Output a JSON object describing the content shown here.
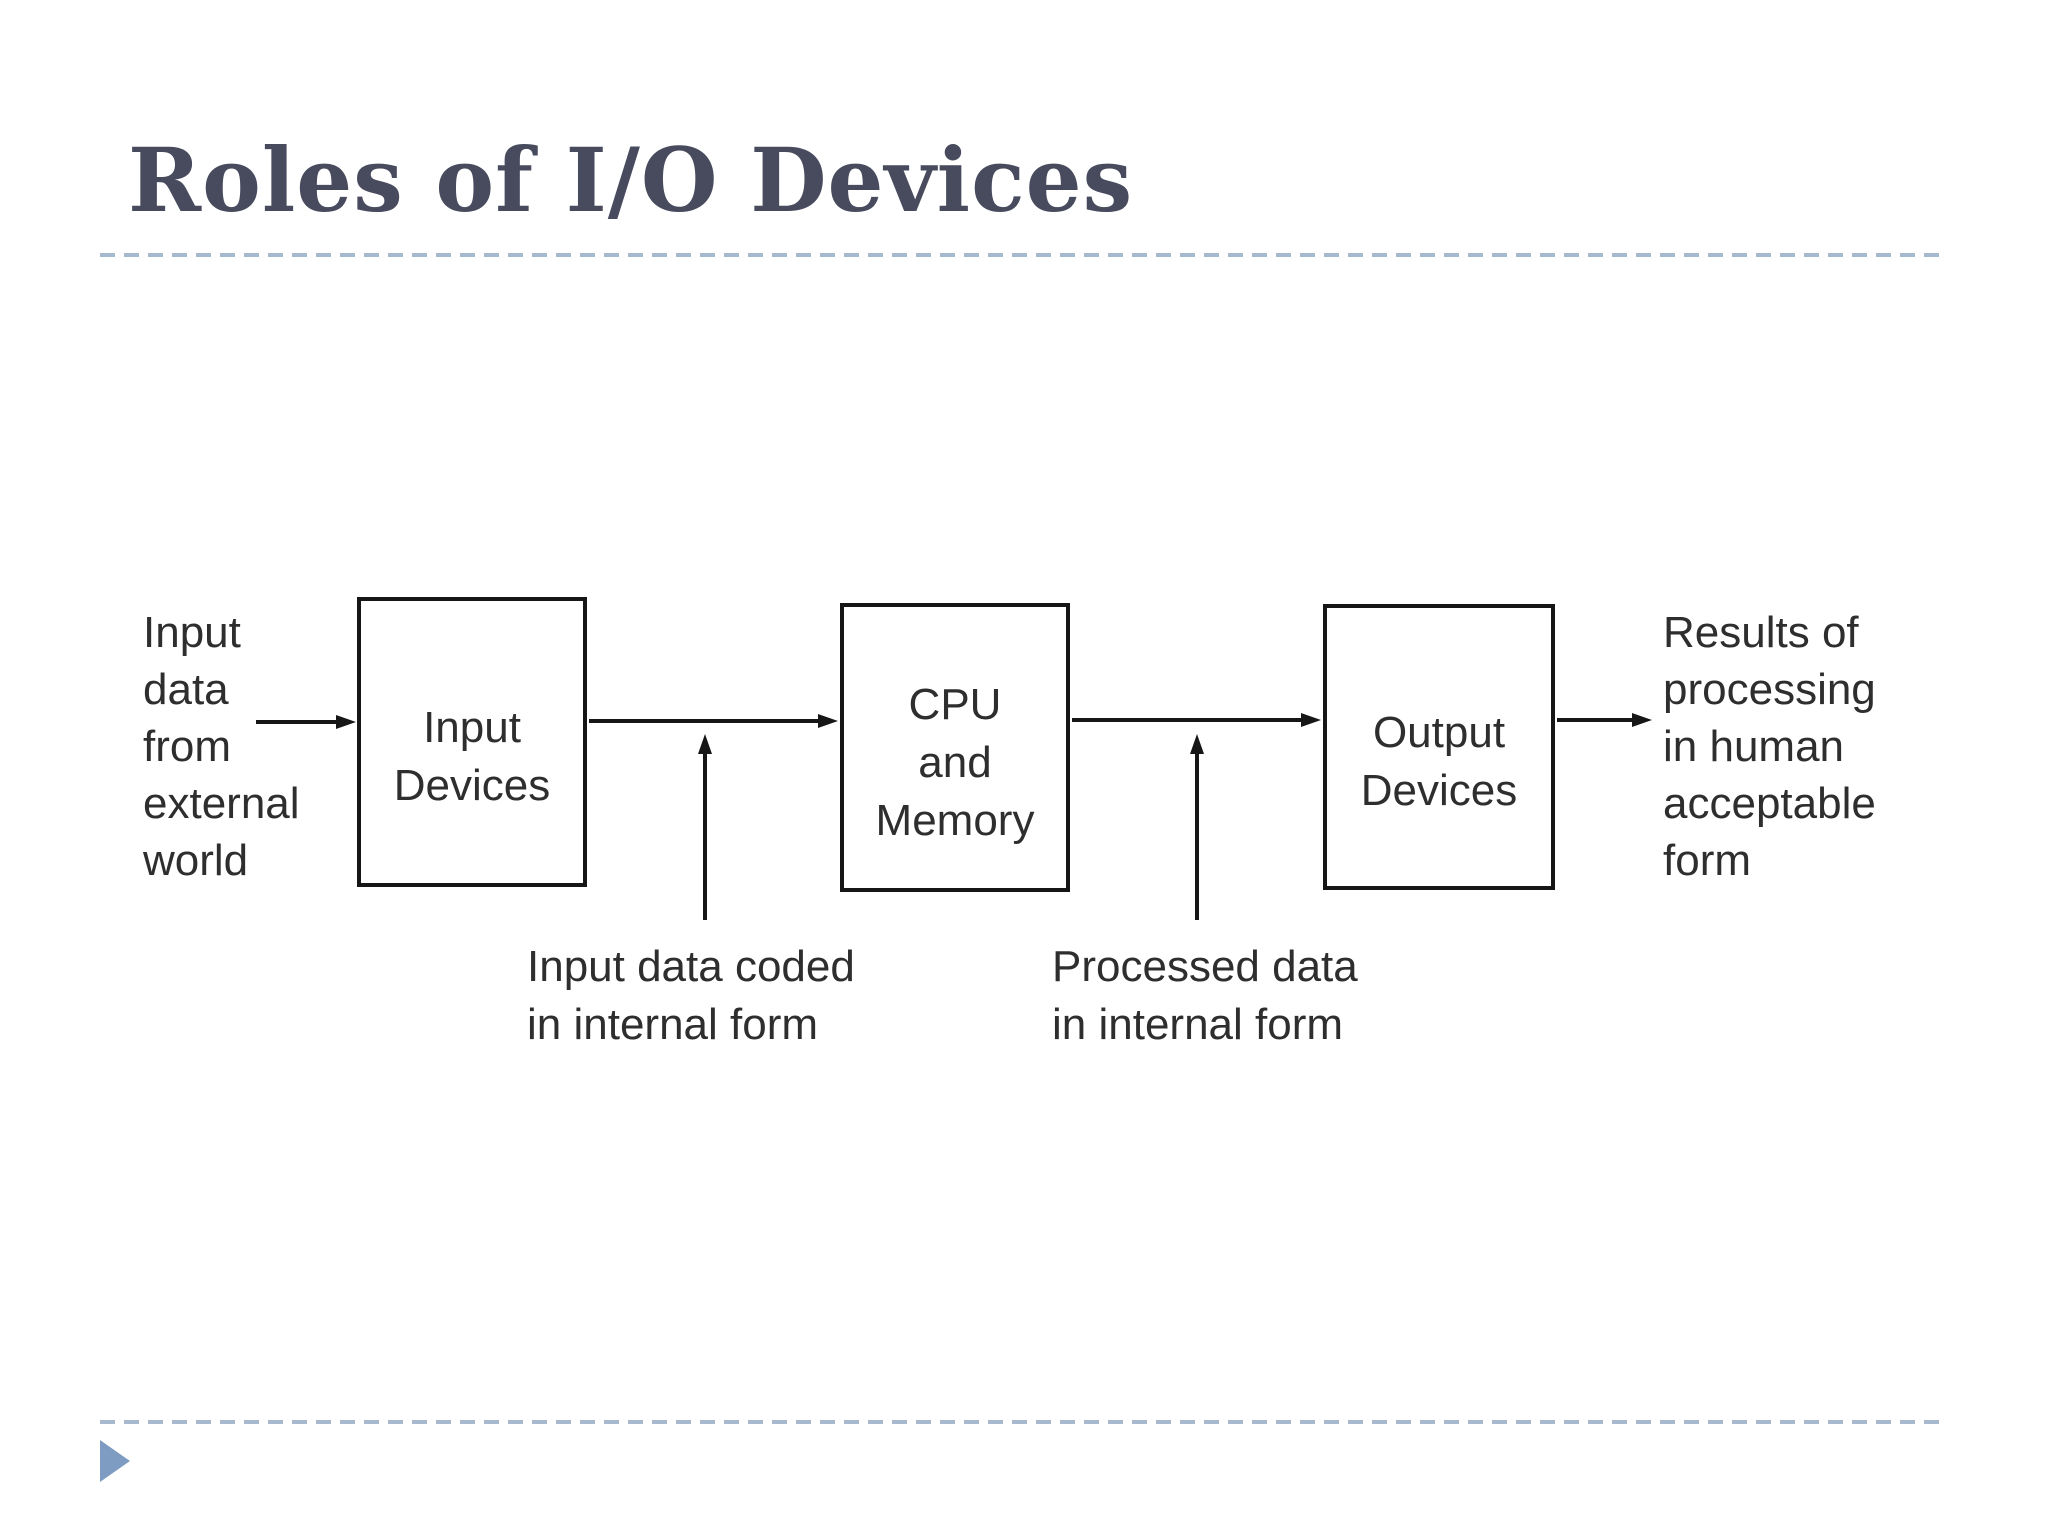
{
  "theme": {
    "accent_dash": "#a7b9ce",
    "title_color": "#474b5d",
    "triangle_color": "#7e9cc2",
    "diagram_ink": "#161616",
    "text_color": "#2e2e2e",
    "background": "#ffffff"
  },
  "slide": {
    "title": "Roles of I/O Devices"
  },
  "diagram": {
    "source_label": "Input\ndata\nfrom\nexternal\nworld",
    "boxes": [
      {
        "id": "input-devices",
        "label": "Input\nDevices"
      },
      {
        "id": "cpu-and-memory",
        "label": "CPU\nand\nMemory"
      },
      {
        "id": "output-devices",
        "label": "Output\nDevices"
      }
    ],
    "result_label": "Results of\nprocessing\nin human\nacceptable\nform",
    "annotations": [
      {
        "id": "input-coded",
        "label": "Input data coded\nin internal form"
      },
      {
        "id": "processed-data",
        "label": "Processed data\nin internal form"
      }
    ]
  }
}
